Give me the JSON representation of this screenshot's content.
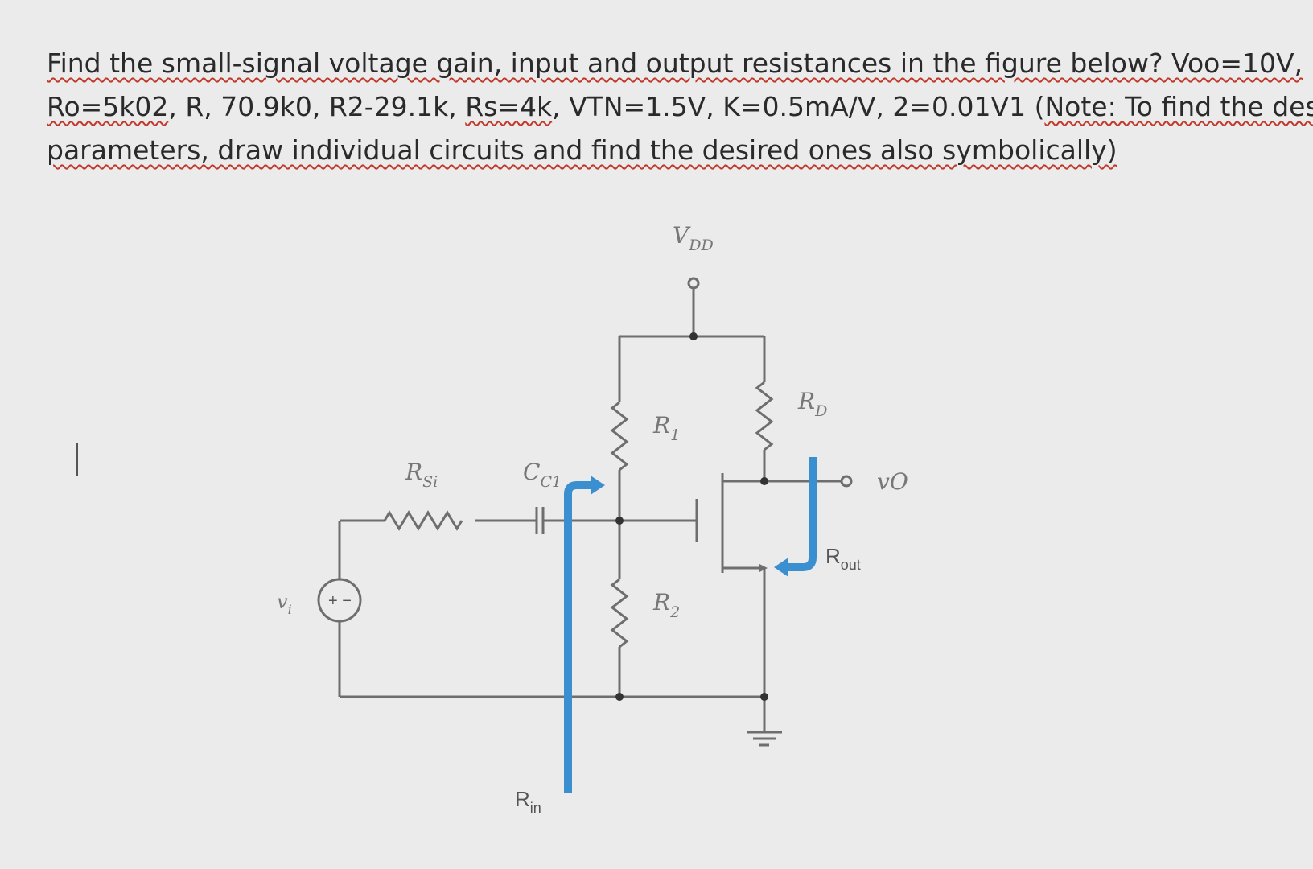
{
  "question": {
    "line1": [
      {
        "t": "Find the small-signal voltage gain, input and output resistances in the figure below? Voo=10V,",
        "sq": true
      }
    ],
    "line2": [
      {
        "t": "Ro=5k02",
        "sq": true
      },
      {
        "t": ", R, 70.9k0, R2-29.1k, ",
        "sq": false
      },
      {
        "t": "Rs=4k",
        "sq": true
      },
      {
        "t": ", VTN=1.5V, K=0.5mA/V, 2=0.01V1 (",
        "sq": false
      },
      {
        "t": "Note: To find the desired",
        "sq": true
      }
    ],
    "line3": [
      {
        "t": "parameters, draw individual circuits and find the desired ones also symbolically)",
        "sq": true
      }
    ]
  },
  "circuit": {
    "labels": {
      "vdd": "V",
      "vdd_sub": "DD",
      "rd": "R",
      "rd_sub": "D",
      "r1": "R",
      "r1_sub": "1",
      "r2": "R",
      "r2_sub": "2",
      "rsi": "R",
      "rsi_sub": "Si",
      "cc": "C",
      "cc_sub": "C1",
      "vo": "vO",
      "vi": "v",
      "vi_sub": "i",
      "rout": "R",
      "rout_sub": "out",
      "rin": "R",
      "rin_sub": "in",
      "source_sign": "+ −"
    },
    "colors": {
      "wire": "#6e6e6e",
      "arrow": "#3a8fd0",
      "text": "#2a2a2a",
      "squiggle": "#c0392b"
    }
  }
}
